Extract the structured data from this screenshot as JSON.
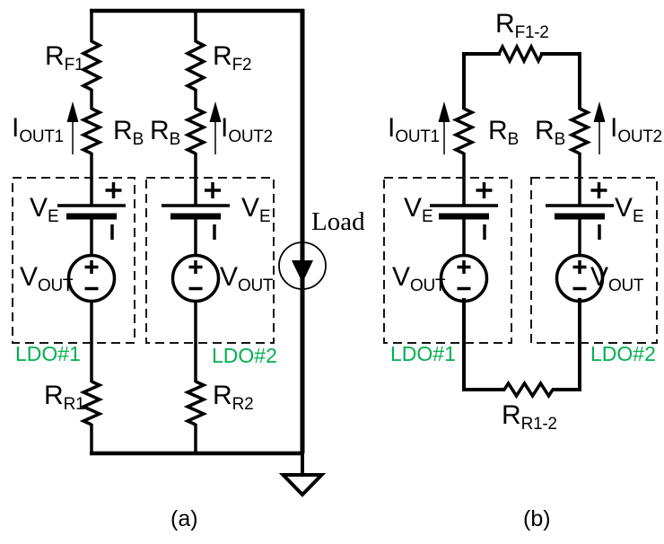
{
  "colors": {
    "wire": "#000000",
    "text": "#000000",
    "ldo_green": "#00B050",
    "arrow_shaft": "#404040",
    "background": "#ffffff"
  },
  "a": {
    "caption": "(a)",
    "rf1": {
      "main": "R",
      "sub": "F1"
    },
    "rf2": {
      "main": "R",
      "sub": "F2"
    },
    "rb1": {
      "main": "R",
      "sub": "B"
    },
    "rb2": {
      "main": "R",
      "sub": "B"
    },
    "iout1": {
      "main": "I",
      "sub": "OUT1"
    },
    "iout2": {
      "main": "I",
      "sub": "OUT2"
    },
    "ve1": {
      "main": "V",
      "sub": "E"
    },
    "ve2": {
      "main": "V",
      "sub": "E"
    },
    "vout1": {
      "main": "V",
      "sub": "OUT"
    },
    "vout2": {
      "main": "V",
      "sub": "OUT"
    },
    "rr1": {
      "main": "R",
      "sub": "R1"
    },
    "rr2": {
      "main": "R",
      "sub": "R2"
    },
    "load": "Load",
    "ldo1": "LDO#1",
    "ldo2": "LDO#2"
  },
  "b": {
    "caption": "(b)",
    "rf12": {
      "main": "R",
      "sub": "F1-2"
    },
    "rb1": {
      "main": "R",
      "sub": "B"
    },
    "rb2": {
      "main": "R",
      "sub": "B"
    },
    "iout1": {
      "main": "I",
      "sub": "OUT1"
    },
    "iout2": {
      "main": "I",
      "sub": "OUT2"
    },
    "ve1": {
      "main": "V",
      "sub": "E"
    },
    "ve2": {
      "main": "V",
      "sub": "E"
    },
    "vout1": {
      "main": "V",
      "sub": "OUT"
    },
    "vout2": {
      "main": "V",
      "sub": "OUT"
    },
    "rr12": {
      "main": "R",
      "sub": "R1-2"
    },
    "ldo1": "LDO#1",
    "ldo2": "LDO#2"
  }
}
